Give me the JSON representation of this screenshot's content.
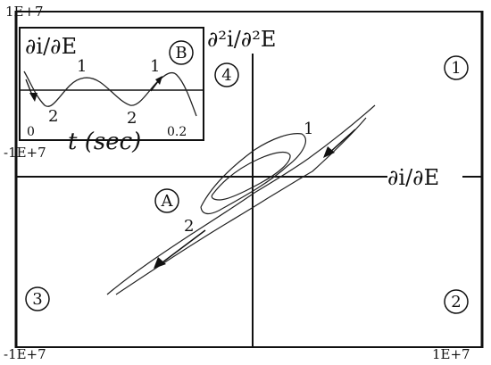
{
  "main_plot": {
    "x_max_label": "1E+7",
    "x_min_label": "-1E+7",
    "y_max_label": "1E+7",
    "y_min_label": "-1E+7",
    "x_axis_label": "∂i/∂E",
    "y_axis_label": "∂²i/∂²E",
    "quadrants": [
      "1",
      "2",
      "3",
      "4"
    ],
    "marker_a": "A",
    "curve_label_1": "1",
    "curve_label_2": "2"
  },
  "inset": {
    "marker_b": "B",
    "title": "∂i/∂E",
    "x_label": "t (sec)",
    "x_start": "0",
    "x_end": "0.2",
    "curve_label_1a": "1",
    "curve_label_1b": "1",
    "curve_label_2a": "2",
    "curve_label_2b": "2"
  },
  "colors": {
    "stroke": "#111111",
    "background": "#ffffff"
  }
}
